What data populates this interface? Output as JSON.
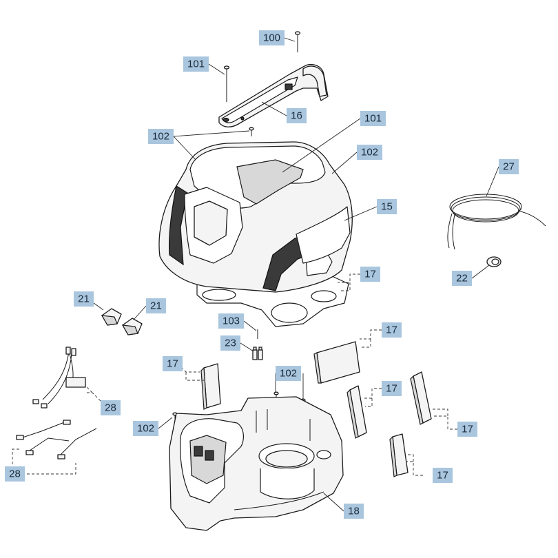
{
  "callouts": {
    "c100": "100",
    "c101a": "101",
    "c16": "16",
    "c102a": "102",
    "c101b": "101",
    "c102b": "102",
    "c15": "15",
    "c27": "27",
    "c22": "22",
    "c17a": "17",
    "c21a": "21",
    "c21b": "21",
    "c103": "103",
    "c23": "23",
    "c17b": "17",
    "c17c": "17",
    "c102c": "102",
    "c28a": "28",
    "c17d": "17",
    "c102d": "102",
    "c17e": "17",
    "c17f": "17",
    "c28b": "28",
    "c18": "18"
  }
}
